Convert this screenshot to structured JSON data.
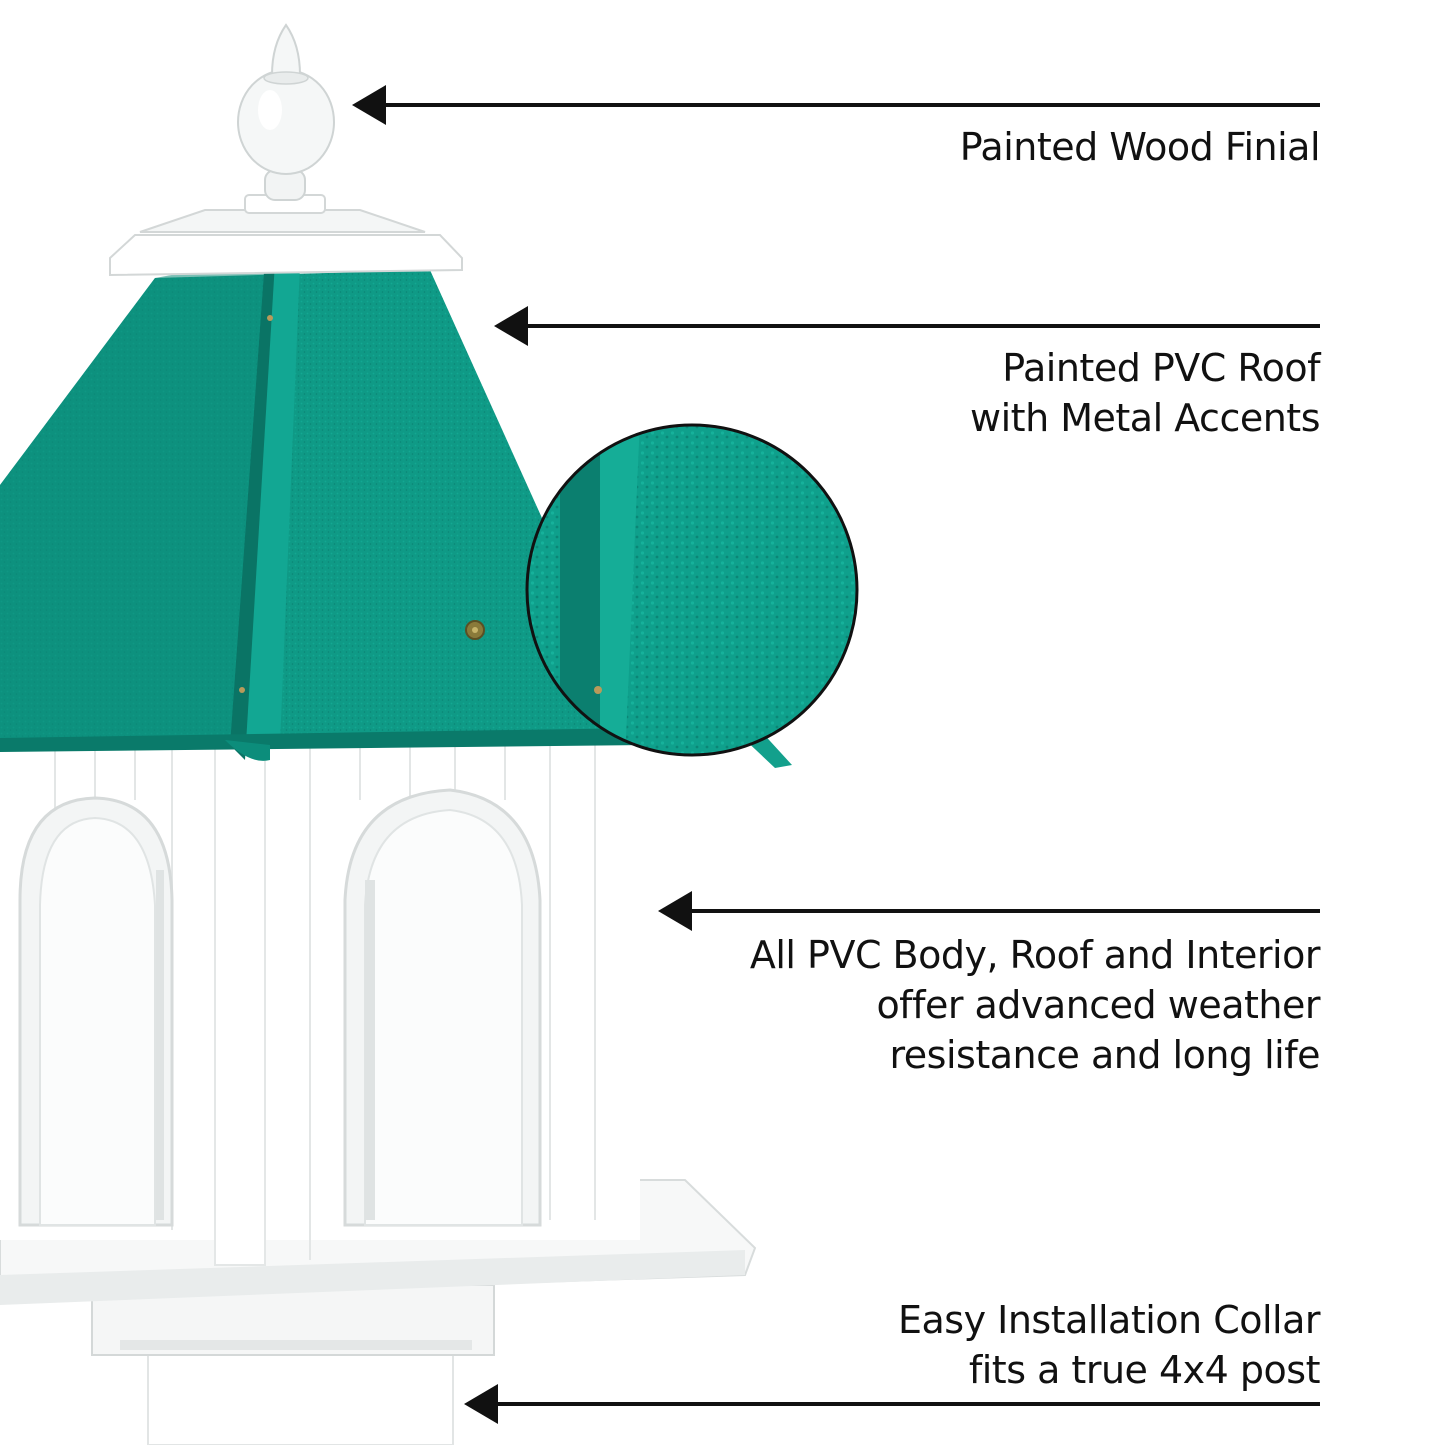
{
  "callouts": {
    "finial": {
      "lines": [
        "Painted Wood Finial"
      ]
    },
    "roof": {
      "lines": [
        "Painted PVC Roof",
        "with Metal Accents"
      ]
    },
    "body": {
      "lines": [
        "All PVC Body, Roof and Interior",
        "offer advanced weather",
        "resistance and long life"
      ]
    },
    "collar": {
      "lines": [
        "Easy Installation Collar",
        "fits a true 4x4 post"
      ]
    }
  },
  "colors": {
    "roof": "#0f9a86",
    "roof_dark": "#0a7a6a",
    "body": "#ffffff",
    "shadow": "#d8dcdc",
    "text": "#111111"
  },
  "icons": {
    "pointer": "arrow-left-icon"
  }
}
